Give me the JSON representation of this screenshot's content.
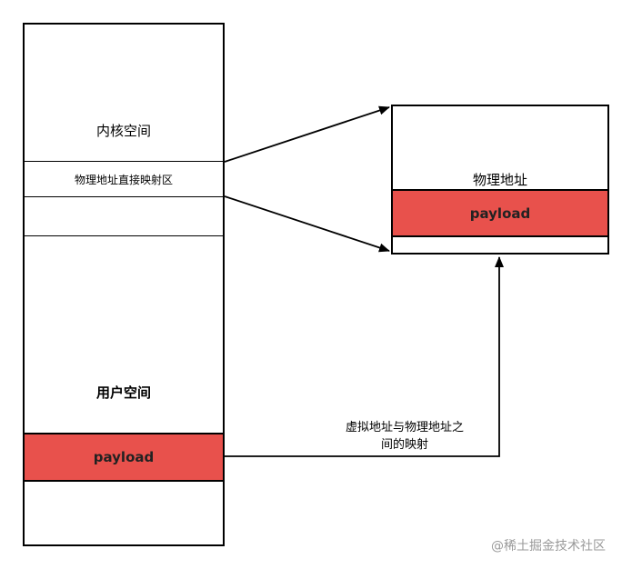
{
  "virtual_space": {
    "kernel_label": "内核空间",
    "direct_map_label": "物理地址直接映射区",
    "user_label": "用户空间",
    "payload_label": "payload"
  },
  "physical": {
    "title": "物理地址",
    "payload_label": "payload"
  },
  "mapping_caption_line1": "虚拟地址与物理地址之",
  "mapping_caption_line2": "间的映射",
  "watermark": "@稀土掘金技术社区",
  "colors": {
    "payload_fill": "#e8514c",
    "stroke": "#000000"
  }
}
